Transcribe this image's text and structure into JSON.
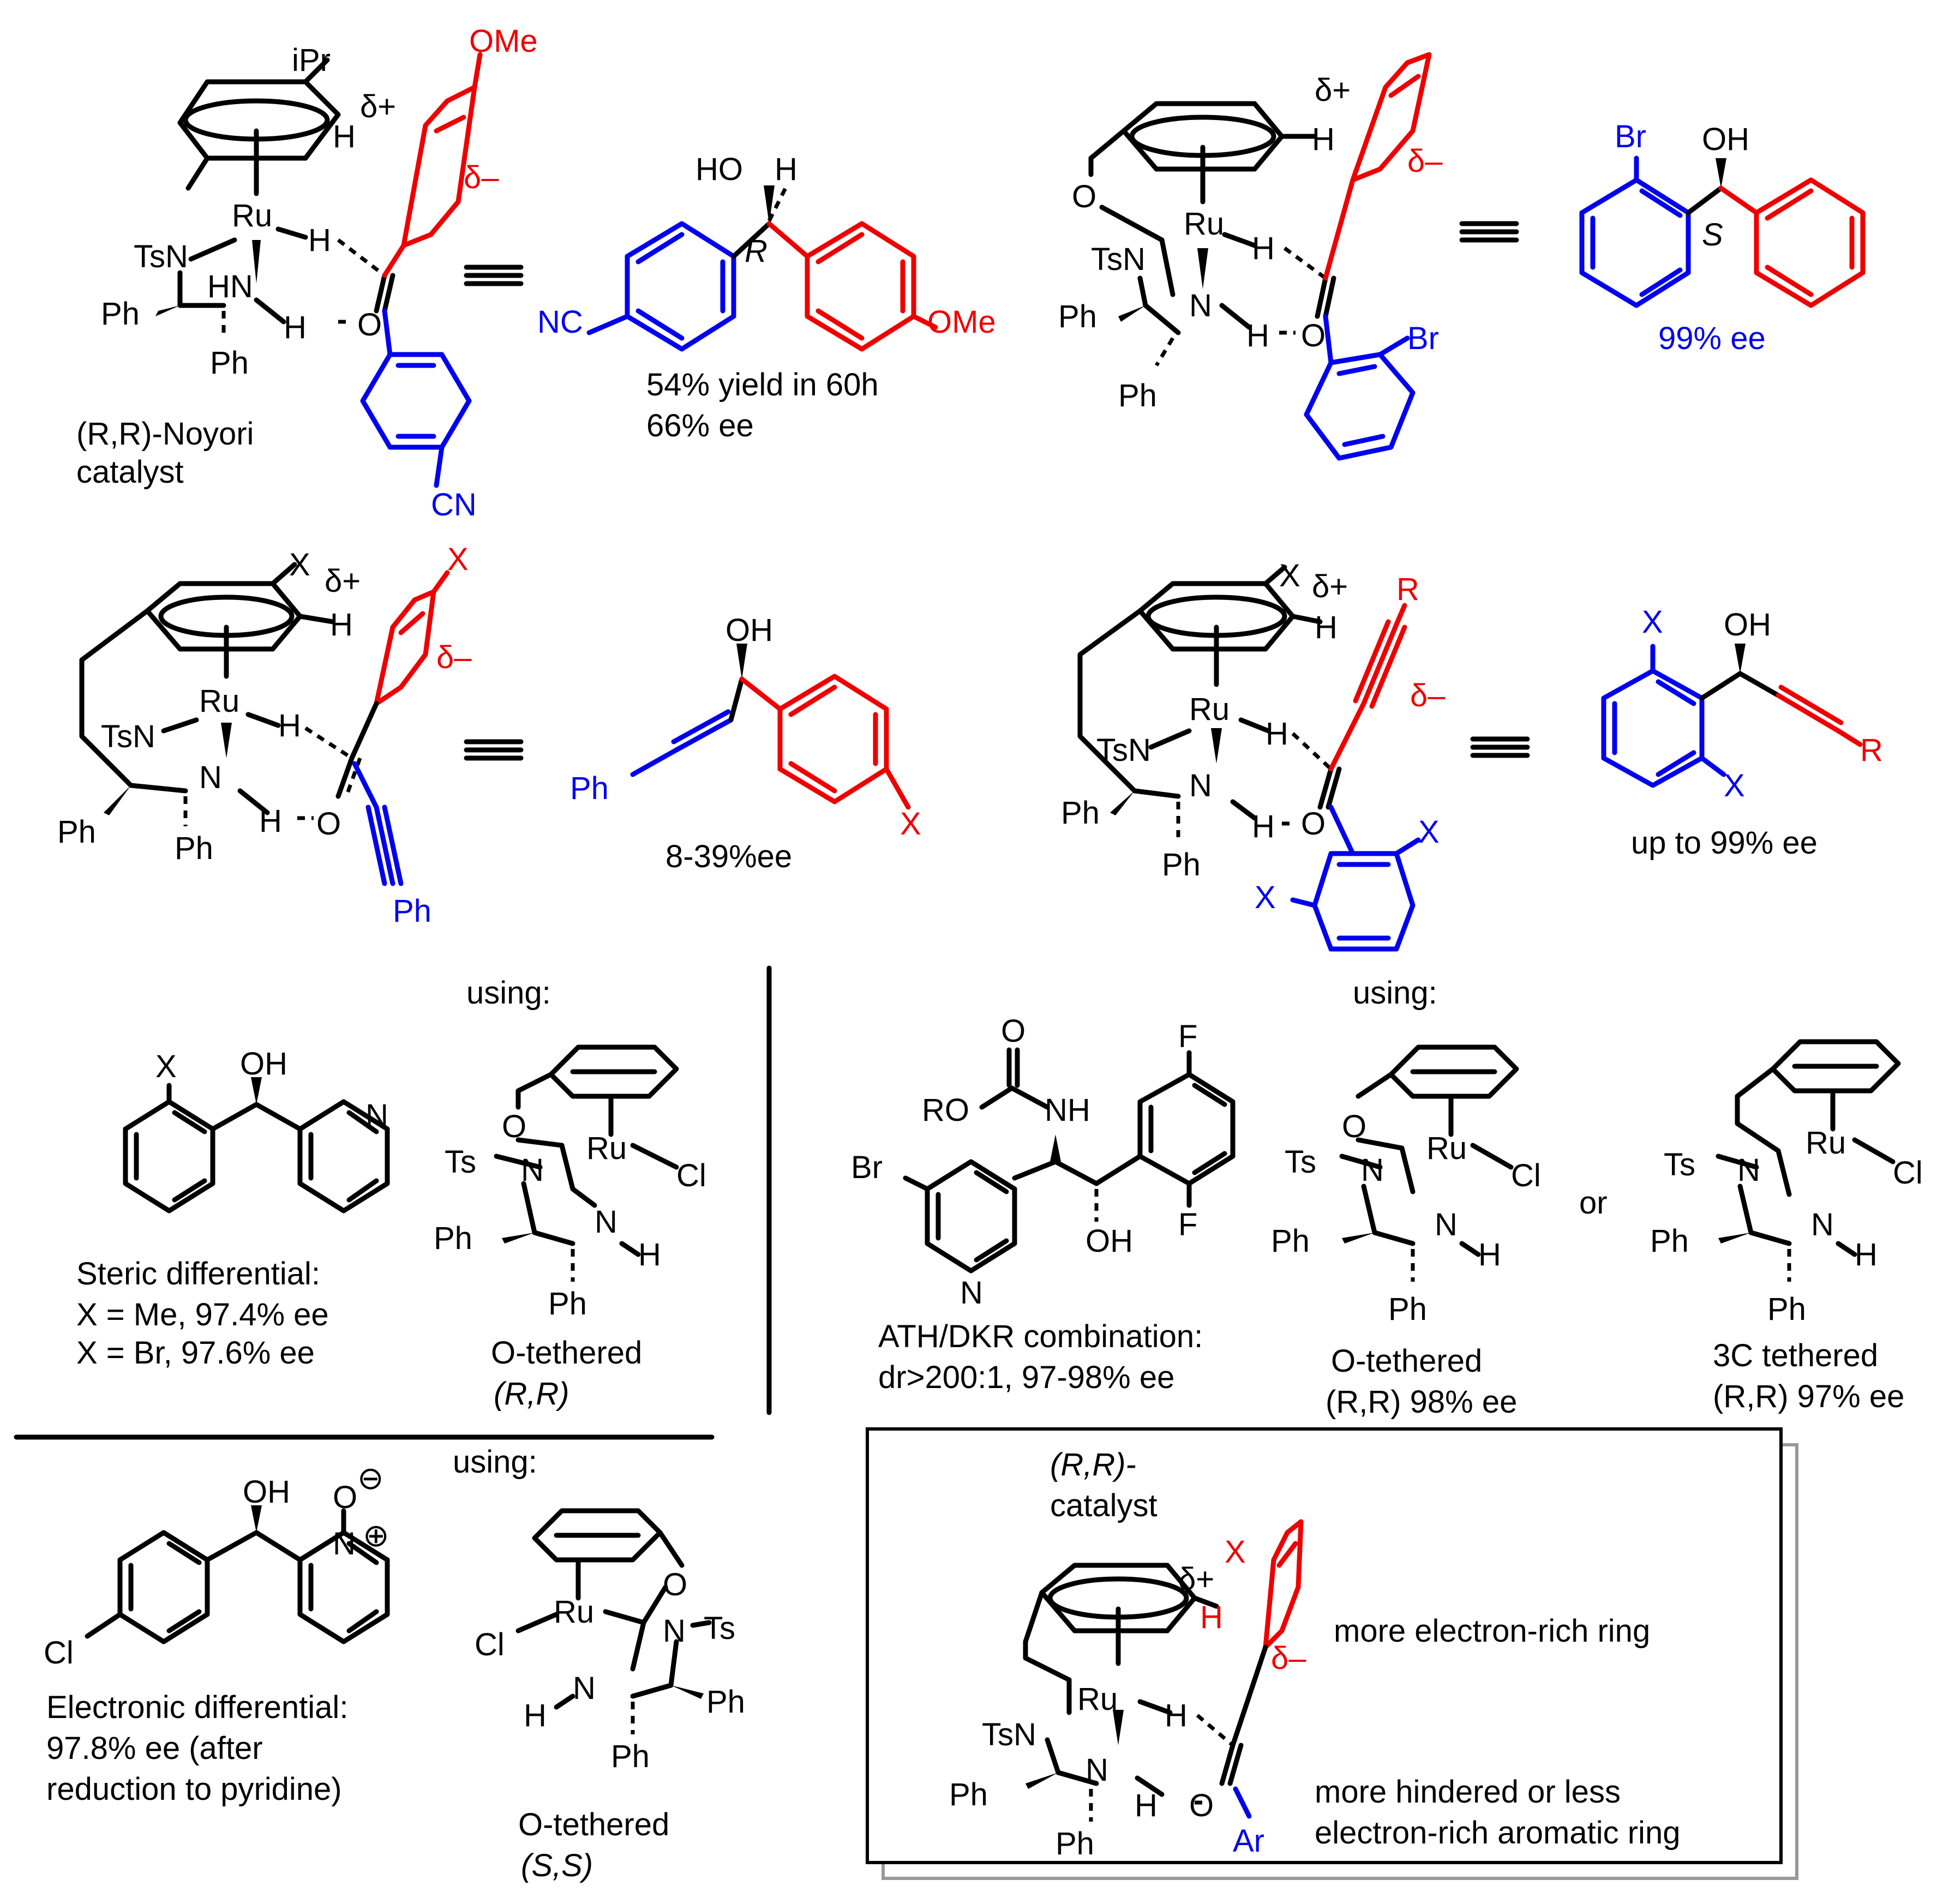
{
  "colors": {
    "black": "#000000",
    "blue": "#0000ee",
    "red": "#ee0000"
  },
  "p1": {
    "iPr": "iPr",
    "dplus": "δ+",
    "H_arom": "H",
    "Ru": "Ru",
    "TsN": "TsN",
    "Ph1": "Ph",
    "HN": "HN",
    "H_Ru": "H",
    "H_N": "H",
    "O": "O",
    "Ph2": "Ph",
    "OMe": "OMe",
    "dminus": "δ–",
    "CN": "CN",
    "cat_line1": "(R,R)-Noyori",
    "cat_line2": "catalyst"
  },
  "p2": {
    "HO": "HO",
    "H": "H",
    "R": "R",
    "NC": "NC",
    "OMe": "OMe",
    "res1": "54% yield in 60h",
    "res2": "66% ee"
  },
  "p3": {
    "dplus": "δ+",
    "H_arom": "H",
    "O_ether": "O",
    "Ru": "Ru",
    "TsN": "TsN",
    "Ph1": "Ph",
    "N": "N",
    "H_Ru": "H",
    "H_N": "H",
    "O": "O",
    "Ph2": "Ph",
    "dminus": "δ–",
    "Br": "Br"
  },
  "p4": {
    "Br": "Br",
    "OH": "OH",
    "S": "S",
    "ee": "99% ee"
  },
  "p5": {
    "X": "X",
    "dplus": "δ+",
    "H_arom": "H",
    "Ru": "Ru",
    "TsN": "TsN",
    "N": "N",
    "Ph1": "Ph",
    "H_Ru": "H",
    "H_N": "H",
    "O": "O",
    "Ph2": "Ph",
    "X_red": "X",
    "dminus": "δ–",
    "Ph_blue": "Ph"
  },
  "p6": {
    "OH": "OH",
    "Ph": "Ph",
    "X": "X",
    "ee": "8-39%ee"
  },
  "p7": {
    "X": "X",
    "dplus": "δ+",
    "H_arom": "H",
    "Ru": "Ru",
    "TsN": "TsN",
    "N": "N",
    "Ph1": "Ph",
    "H_Ru": "H",
    "H_N": "H",
    "O": "O",
    "Ph2": "Ph",
    "R": "R",
    "dminus": "δ–",
    "X1": "X",
    "X2": "X"
  },
  "p8": {
    "X1": "X",
    "OH": "OH",
    "X2": "X",
    "R": "R",
    "ee": "up to 99% ee"
  },
  "mid_left": {
    "using": "using:",
    "X": "X",
    "OH": "OH",
    "N": "N",
    "steric": "Steric differential:",
    "me": "X = Me, 97.4% ee",
    "br": "X = Br, 97.6% ee",
    "O": "O",
    "Ru": "Ru",
    "Ts": "Ts",
    "Nring": "N",
    "Cl": "Cl",
    "NH": "N",
    "H": "H",
    "Ph1": "Ph",
    "Ph2": "Ph",
    "cat1": "O-tethered",
    "cat2": "(R,R)"
  },
  "mid_right": {
    "using": "using:",
    "O": "O",
    "RO": "RO",
    "NH": "NH",
    "F1": "F",
    "F2": "F",
    "Br": "Br",
    "OH": "OH",
    "N": "N",
    "line1": "ATH/DKR combination:",
    "line2": "dr>200:1, 97-98% ee",
    "a_O": "O",
    "a_Ru": "Ru",
    "a_Ts": "Ts",
    "a_N": "N",
    "a_Cl": "Cl",
    "a_NH": "N",
    "a_H": "H",
    "a_Ph1": "Ph",
    "a_Ph2": "Ph",
    "a_l1": "O-tethered",
    "a_l2": "(R,R) 98% ee",
    "or": "or",
    "b_Ru": "Ru",
    "b_Ts": "Ts",
    "b_N": "N",
    "b_Cl": "Cl",
    "b_NH": "N",
    "b_H": "H",
    "b_Ph1": "Ph",
    "b_Ph2": "Ph",
    "b_l1": "3C tethered",
    "b_l2": "(R,R) 97% ee"
  },
  "bottom_left": {
    "using": "using:",
    "OH": "OH",
    "O": "O",
    "minus": "⊖",
    "N": "N",
    "plus": "⊕",
    "Cl": "Cl",
    "e1": "Electronic differential:",
    "e2": "97.8% ee (after",
    "e3": "reduction to pyridine)",
    "c_O": "O",
    "c_Ru": "Ru",
    "c_N": "N",
    "c_Ts": "Ts",
    "c_Cl": "Cl",
    "c_H": "H",
    "c_NH": "N",
    "c_Ph1": "Ph",
    "c_Ph2": "Ph",
    "cat1": "O-tethered",
    "cat2": "(S,S)"
  },
  "box": {
    "t1": "(R,R)-",
    "t2": "catalyst",
    "X": "X",
    "dplus": "δ+",
    "H_arom": "H",
    "dminus": "δ–",
    "Ru": "Ru",
    "TsN": "TsN",
    "N": "N",
    "Ph1": "Ph",
    "H_Ru": "H",
    "H_N": "H",
    "O": "O",
    "Ph2": "Ph",
    "Ar": "Ar",
    "rich": "more electron-rich ring",
    "hind1": "more hindered or less",
    "hind2": "electron-rich aromatic ring"
  }
}
